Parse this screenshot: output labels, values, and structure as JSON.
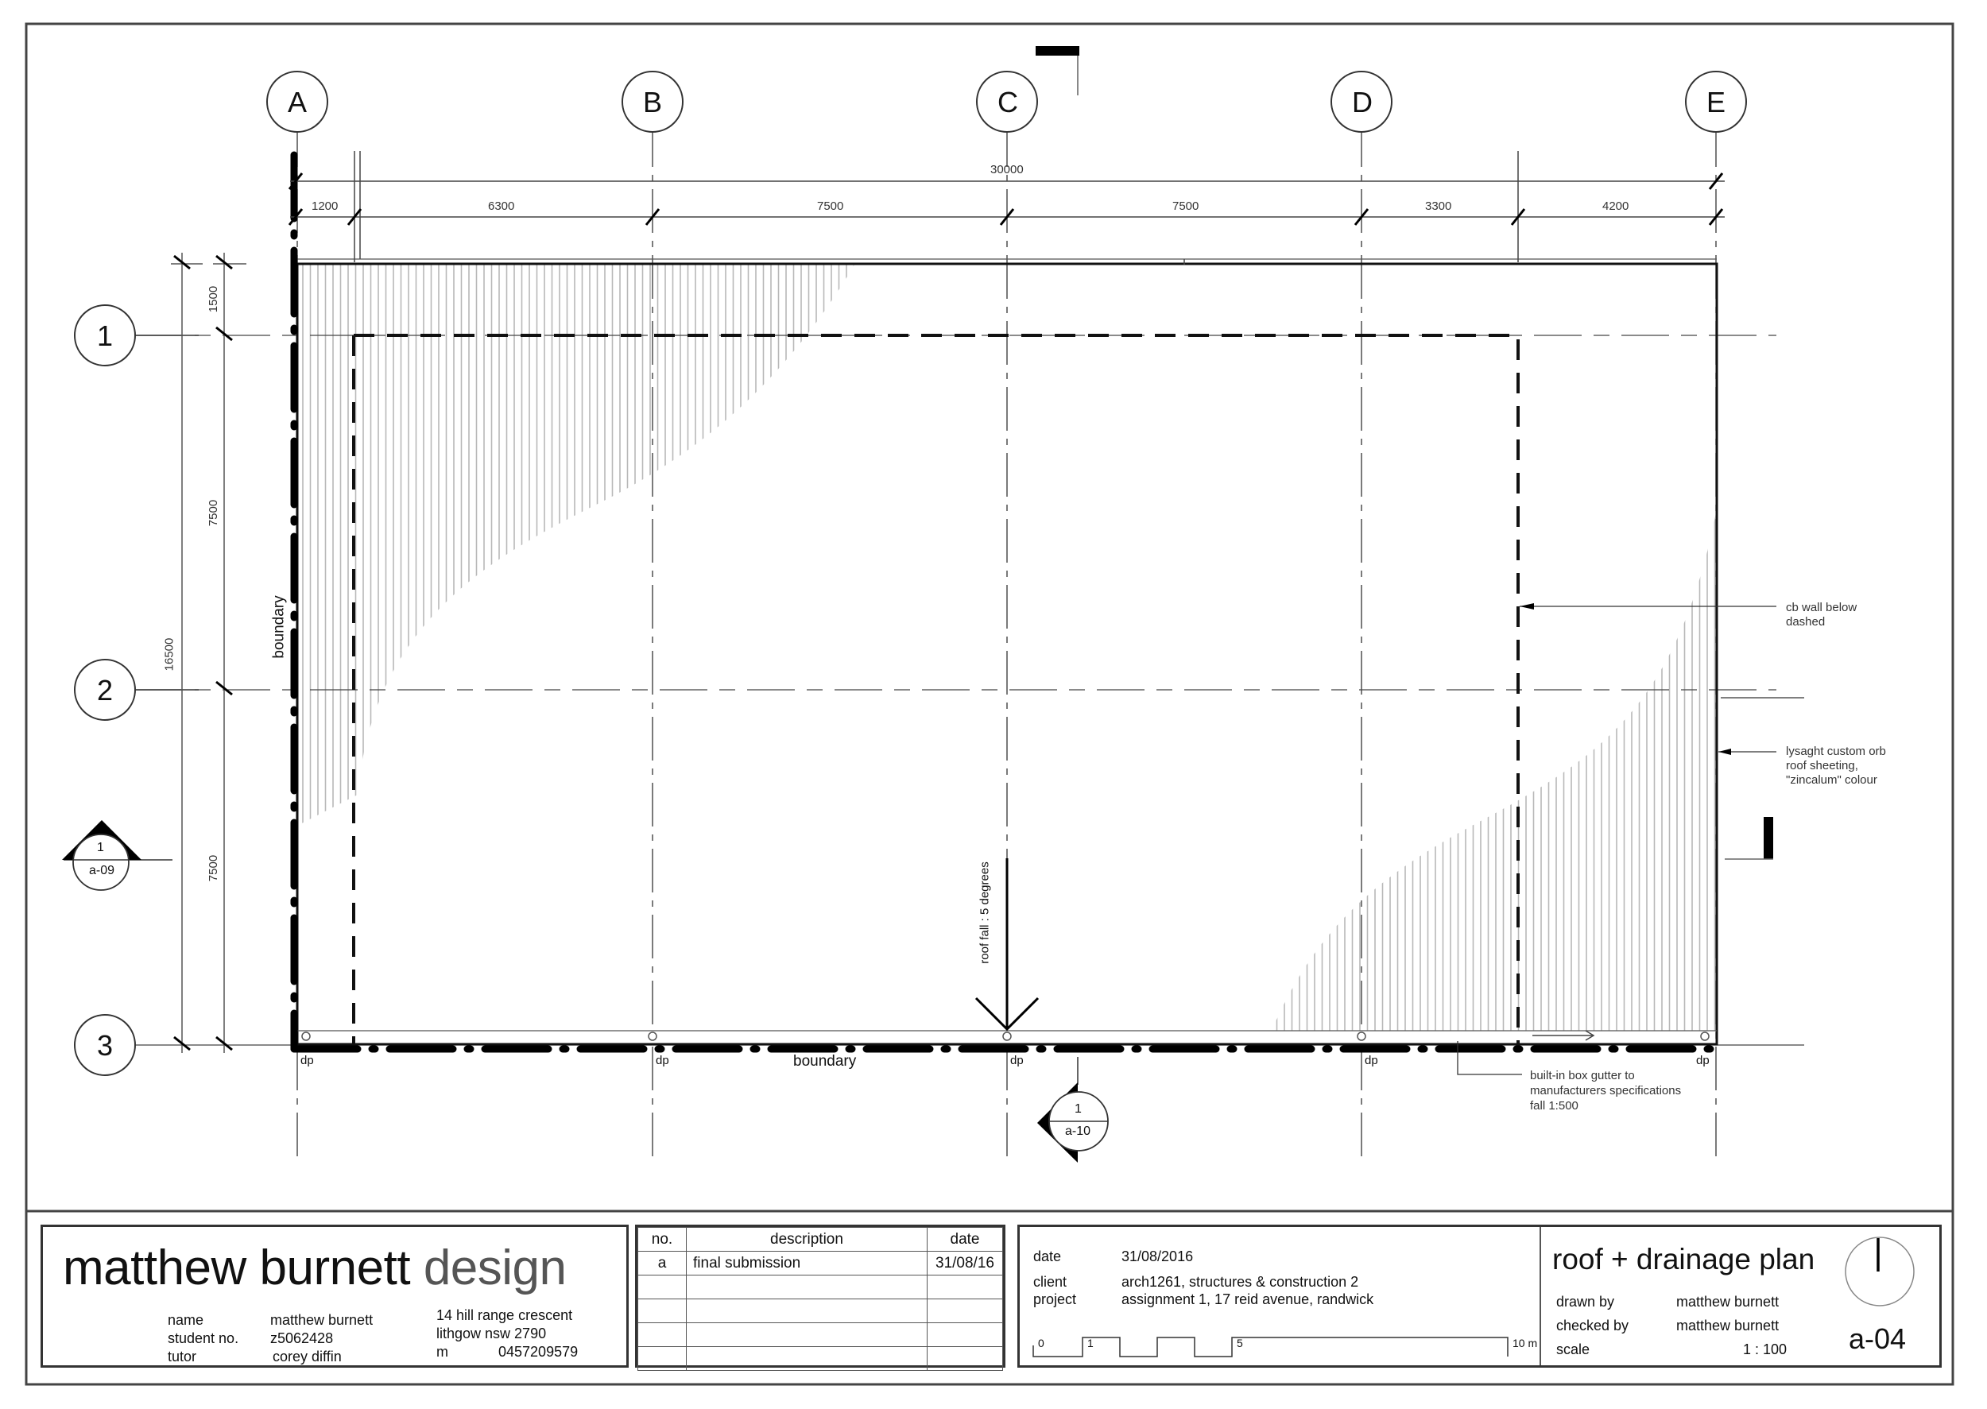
{
  "drawing": {
    "grid_columns": [
      {
        "label": "A"
      },
      {
        "label": "B"
      },
      {
        "label": "C"
      },
      {
        "label": "D"
      },
      {
        "label": "E"
      }
    ],
    "grid_rows": [
      {
        "label": "1"
      },
      {
        "label": "2"
      },
      {
        "label": "3"
      }
    ],
    "dimensions_horizontal": {
      "overall": "30000",
      "segments": [
        "1200",
        "6300",
        "7500",
        "7500",
        "3300",
        "4200"
      ]
    },
    "dimensions_vertical": {
      "overall": "16500",
      "segments": [
        "1500",
        "7500",
        "7500"
      ]
    },
    "labels": {
      "boundary_left": "boundary",
      "boundary_bottom": "boundary",
      "downpipe": "dp",
      "roof_fall": "roof fall : 5 degrees"
    },
    "section_markers": [
      {
        "number": "1",
        "sheet": "a-09"
      },
      {
        "number": "1",
        "sheet": "a-10"
      }
    ],
    "annotations": {
      "cb_wall": [
        "cb wall below",
        "dashed"
      ],
      "roof_sheeting": [
        "lysaght custom orb",
        "roof sheeting,",
        "\"zincalum\" colour"
      ],
      "box_gutter": [
        "built-in box gutter to",
        "manufacturers specifications",
        "fall 1:500"
      ]
    }
  },
  "title_block": {
    "firm": {
      "name_bold": "matthew burnett",
      "name_light": "design"
    },
    "student": {
      "name_label": "name",
      "name_value": "matthew burnett",
      "student_no_label": "student no.",
      "student_no_value": "z5062428",
      "tutor_label": "tutor",
      "tutor_value": "corey diffin"
    },
    "address": {
      "line1": "14 hill range crescent",
      "line2": "lithgow nsw 2790",
      "mobile_label": "m",
      "mobile_value": "0457209579"
    },
    "revisions": {
      "headers": [
        "no.",
        "description",
        "date"
      ],
      "rows": [
        [
          "a",
          "final submission",
          "31/08/16"
        ],
        [
          "",
          "",
          ""
        ],
        [
          "",
          "",
          ""
        ],
        [
          "",
          "",
          ""
        ],
        [
          "",
          "",
          ""
        ]
      ]
    },
    "project_info": {
      "date_label": "date",
      "date_value": "31/08/2016",
      "client_label": "client",
      "client_value": "arch1261, structures & construction 2",
      "project_label": "project",
      "project_value": "assignment 1, 17 reid avenue, randwick"
    },
    "scale_bar": {
      "labels": [
        "0",
        "1",
        "5",
        "10 m"
      ]
    },
    "sheet": {
      "title": "roof + drainage plan",
      "drawn_by_label": "drawn by",
      "drawn_by_value": "matthew burnett",
      "checked_by_label": "checked by",
      "checked_by_value": "matthew burnett",
      "scale_label": "scale",
      "scale_value": "1 : 100",
      "number": "a-04"
    }
  }
}
